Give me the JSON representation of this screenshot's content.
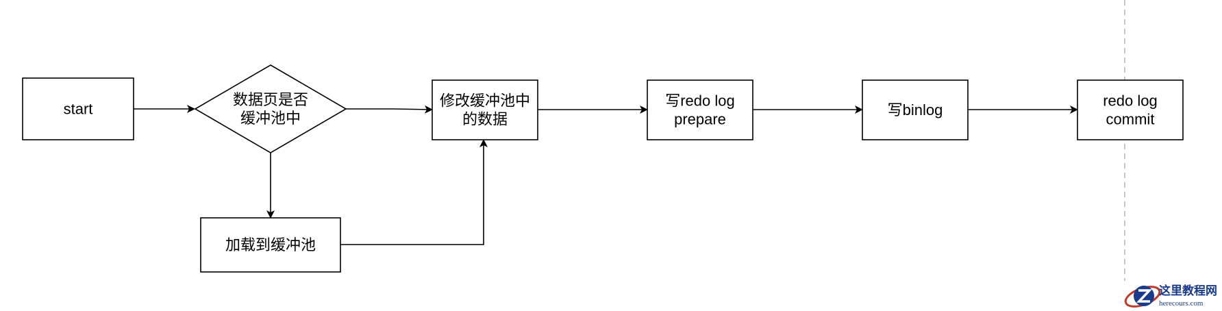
{
  "diagram": {
    "nodes": [
      {
        "id": "start",
        "shape": "rect",
        "lines": [
          "start"
        ]
      },
      {
        "id": "in_buffer_pool",
        "shape": "diamond",
        "lines": [
          "数据页是否",
          "缓冲池中"
        ]
      },
      {
        "id": "modify_buffer",
        "shape": "rect",
        "lines": [
          "修改缓冲池中",
          "的数据"
        ]
      },
      {
        "id": "load_to_buffer",
        "shape": "rect",
        "lines": [
          "加载到缓冲池"
        ]
      },
      {
        "id": "redo_prepare",
        "shape": "rect",
        "lines": [
          "写redo log",
          "prepare"
        ]
      },
      {
        "id": "write_binlog",
        "shape": "rect",
        "lines": [
          "写binlog"
        ]
      },
      {
        "id": "redo_commit",
        "shape": "rect",
        "lines": [
          "redo log",
          "commit"
        ]
      }
    ],
    "edges": [
      {
        "from": "start",
        "to": "in_buffer_pool"
      },
      {
        "from": "in_buffer_pool",
        "to": "modify_buffer"
      },
      {
        "from": "in_buffer_pool",
        "to": "load_to_buffer"
      },
      {
        "from": "load_to_buffer",
        "to": "modify_buffer"
      },
      {
        "from": "modify_buffer",
        "to": "redo_prepare"
      },
      {
        "from": "redo_prepare",
        "to": "write_binlog"
      },
      {
        "from": "write_binlog",
        "to": "redo_commit"
      }
    ],
    "colors": {
      "stroke": "#000000",
      "fill": "#ffffff",
      "divider": "#b3b3b3"
    }
  },
  "watermark": {
    "site_name": "这里教程网",
    "site_url": "herecours.com",
    "logo_icon": "z-globe-logo",
    "colors": {
      "primary": "#1a3a8a",
      "ring": "#c0392b"
    }
  }
}
